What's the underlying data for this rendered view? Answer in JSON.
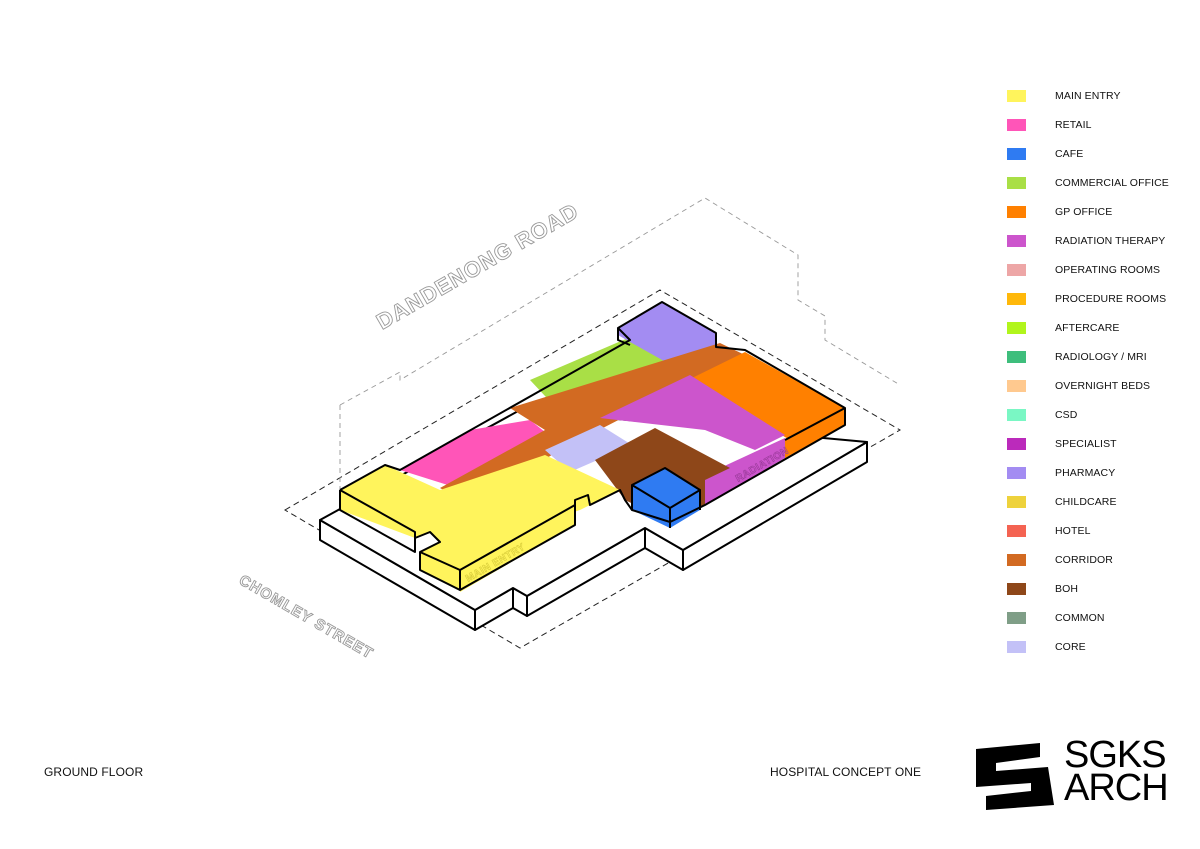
{
  "legend": [
    {
      "label": "MAIN ENTRY",
      "color": "#FFF45C"
    },
    {
      "label": "RETAIL",
      "color": "#FF55B8"
    },
    {
      "label": "CAFE",
      "color": "#2F7BF2"
    },
    {
      "label": "COMMERCIAL OFFICE",
      "color": "#A9DF46"
    },
    {
      "label": "GP OFFICE",
      "color": "#FF8000"
    },
    {
      "label": "RADIATION THERAPY",
      "color": "#CC55CC"
    },
    {
      "label": "OPERATING ROOMS",
      "color": "#EDA6A6"
    },
    {
      "label": "PROCEDURE ROOMS",
      "color": "#FFB80A"
    },
    {
      "label": "AFTERCARE",
      "color": "#B1F51C"
    },
    {
      "label": "RADIOLOGY / MRI",
      "color": "#3EBE7C"
    },
    {
      "label": "OVERNIGHT BEDS",
      "color": "#FFC98F"
    },
    {
      "label": "CSD",
      "color": "#7AF7C4"
    },
    {
      "label": "SPECIALIST",
      "color": "#BB2ABB"
    },
    {
      "label": "PHARMACY",
      "color": "#A38CF2"
    },
    {
      "label": "CHILDCARE",
      "color": "#EED23C"
    },
    {
      "label": "HOTEL",
      "color": "#F46352"
    },
    {
      "label": "CORRIDOR",
      "color": "#D26A22"
    },
    {
      "label": "BOH",
      "color": "#8E4719"
    },
    {
      "label": "COMMON",
      "color": "#7F9E87"
    },
    {
      "label": "CORE",
      "color": "#C3C1F7"
    }
  ],
  "streets": {
    "north": "DANDENONG ROAD",
    "west": "CHOMLEY STREET"
  },
  "captions": {
    "floor": "GROUND FLOOR",
    "project": "HOSPITAL CONCEPT ONE"
  },
  "logo": {
    "line1": "SGKS",
    "line2": "ARCH"
  }
}
